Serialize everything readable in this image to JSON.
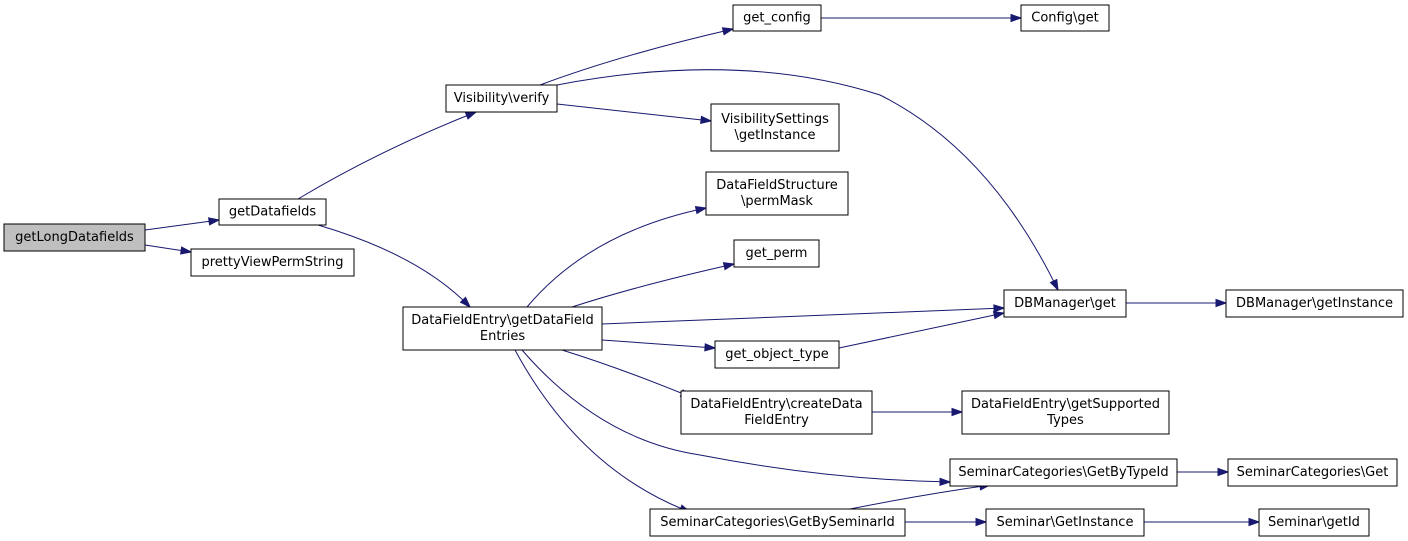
{
  "colors": {
    "edge": "#191970",
    "node_border": "#000000",
    "node_fill": "#ffffff",
    "root_fill": "#bfbfbf"
  },
  "nodes": [
    {
      "id": "getLongDatafields",
      "lines": [
        "getLongDatafields"
      ],
      "root": true
    },
    {
      "id": "getDatafields",
      "lines": [
        "getDatafields"
      ]
    },
    {
      "id": "prettyViewPermString",
      "lines": [
        "prettyViewPermString"
      ]
    },
    {
      "id": "visibility_verify",
      "lines": [
        "Visibility\\verify"
      ]
    },
    {
      "id": "get_config",
      "lines": [
        "get_config"
      ]
    },
    {
      "id": "config_get",
      "lines": [
        "Config\\get"
      ]
    },
    {
      "id": "visibilitysettings_getinstance",
      "lines": [
        "VisibilitySettings",
        "\\getInstance"
      ]
    },
    {
      "id": "datafieldstructure_permmask",
      "lines": [
        "DataFieldStructure",
        "\\permMask"
      ]
    },
    {
      "id": "get_perm",
      "lines": [
        "get_perm"
      ]
    },
    {
      "id": "datafieldentry_getdatafieldentries",
      "lines": [
        "DataFieldEntry\\getDataField",
        "Entries"
      ]
    },
    {
      "id": "dbmanager_get",
      "lines": [
        "DBManager\\get"
      ]
    },
    {
      "id": "dbmanager_getinstance",
      "lines": [
        "DBManager\\getInstance"
      ]
    },
    {
      "id": "get_object_type",
      "lines": [
        "get_object_type"
      ]
    },
    {
      "id": "datafieldentry_createdatafieldentry",
      "lines": [
        "DataFieldEntry\\createData",
        "FieldEntry"
      ]
    },
    {
      "id": "datafieldentry_getsupportedtypes",
      "lines": [
        "DataFieldEntry\\getSupported",
        "Types"
      ]
    },
    {
      "id": "seminarcategories_getbytypeid",
      "lines": [
        "SeminarCategories\\GetByTypeId"
      ]
    },
    {
      "id": "seminarcategories_get",
      "lines": [
        "SeminarCategories\\Get"
      ]
    },
    {
      "id": "seminarcategories_getbyseminarid",
      "lines": [
        "SeminarCategories\\GetBySeminarId"
      ]
    },
    {
      "id": "seminar_getinstance",
      "lines": [
        "Seminar\\GetInstance"
      ]
    },
    {
      "id": "seminar_getid",
      "lines": [
        "Seminar\\getId"
      ]
    }
  ],
  "edges": [
    {
      "from": "getLongDatafields",
      "to": "getDatafields"
    },
    {
      "from": "getLongDatafields",
      "to": "prettyViewPermString"
    },
    {
      "from": "getDatafields",
      "to": "visibility_verify"
    },
    {
      "from": "getDatafields",
      "to": "datafieldentry_getdatafieldentries"
    },
    {
      "from": "visibility_verify",
      "to": "get_config"
    },
    {
      "from": "visibility_verify",
      "to": "dbmanager_get"
    },
    {
      "from": "visibility_verify",
      "to": "visibilitysettings_getinstance"
    },
    {
      "from": "get_config",
      "to": "config_get"
    },
    {
      "from": "datafieldentry_getdatafieldentries",
      "to": "datafieldstructure_permmask"
    },
    {
      "from": "datafieldentry_getdatafieldentries",
      "to": "get_perm"
    },
    {
      "from": "datafieldentry_getdatafieldentries",
      "to": "dbmanager_get"
    },
    {
      "from": "datafieldentry_getdatafieldentries",
      "to": "get_object_type"
    },
    {
      "from": "datafieldentry_getdatafieldentries",
      "to": "datafieldentry_createdatafieldentry"
    },
    {
      "from": "datafieldentry_getdatafieldentries",
      "to": "seminarcategories_getbytypeid"
    },
    {
      "from": "datafieldentry_getdatafieldentries",
      "to": "seminarcategories_getbyseminarid"
    },
    {
      "from": "dbmanager_get",
      "to": "dbmanager_getinstance"
    },
    {
      "from": "get_object_type",
      "to": "dbmanager_get"
    },
    {
      "from": "datafieldentry_createdatafieldentry",
      "to": "datafieldentry_getsupportedtypes"
    },
    {
      "from": "seminarcategories_getbytypeid",
      "to": "seminarcategories_get"
    },
    {
      "from": "seminarcategories_getbyseminarid",
      "to": "seminarcategories_getbytypeid"
    },
    {
      "from": "seminarcategories_getbyseminarid",
      "to": "seminar_getinstance"
    },
    {
      "from": "seminar_getinstance",
      "to": "seminar_getid"
    }
  ]
}
